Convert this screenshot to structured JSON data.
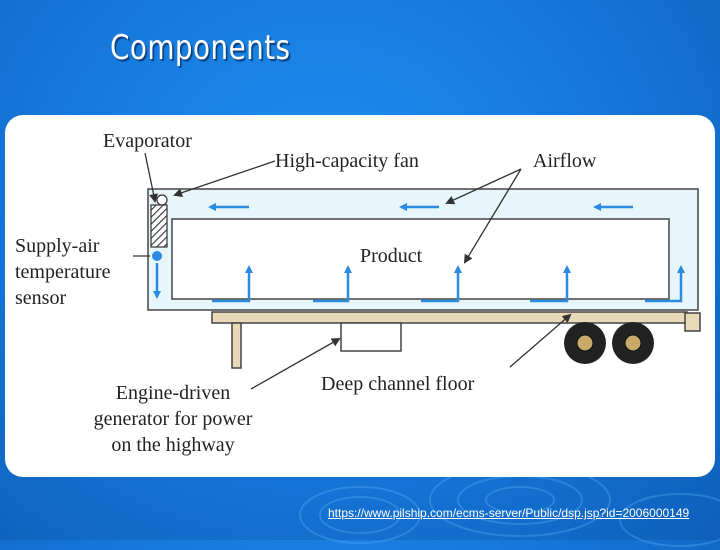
{
  "slide": {
    "title": "Components",
    "source_url": "https://www.pilship.com/ecms-server/Public/dsp.jsp?id=2006000149"
  },
  "diagram": {
    "labels": {
      "evaporator": "Evaporator",
      "fan": "High-capacity fan",
      "airflow": "Airflow",
      "product": "Product",
      "sensor_line1": "Supply-air",
      "sensor_line2": "temperature",
      "sensor_line3": "sensor",
      "floor": "Deep channel floor",
      "generator_line1": "Engine-driven",
      "generator_line2": "generator for power",
      "generator_line3": "on the highway"
    },
    "colors": {
      "airflow_arrow": "#2b8be0",
      "container_fill": "#e6f6fa",
      "outline": "#444444",
      "chassis": "#e8d9b8",
      "wheel": "#222222"
    }
  }
}
